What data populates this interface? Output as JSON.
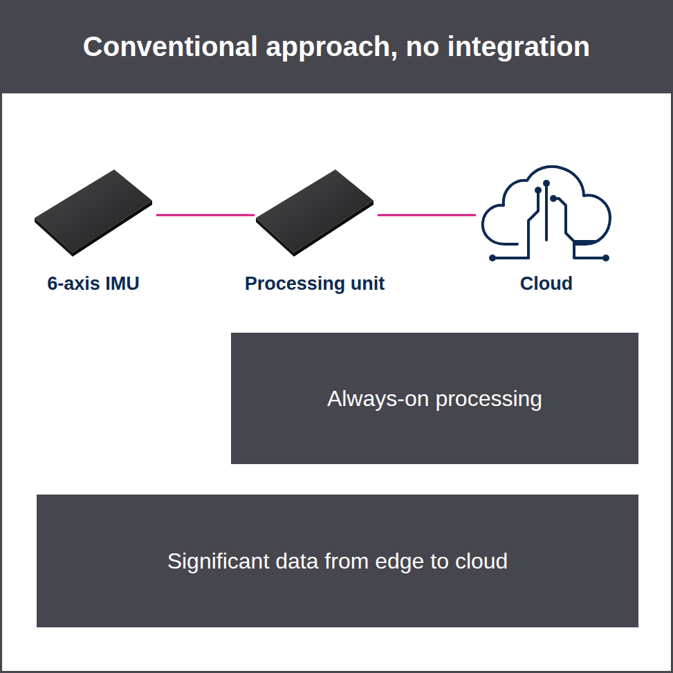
{
  "diagram": {
    "title": "Conventional approach, no integration",
    "nodes": [
      {
        "text": [
          "6-axis IMU"
        ]
      },
      {
        "text": [
          "Processing unit"
        ]
      },
      {
        "text": [
          "Cloud"
        ]
      },
      {
        "text": [
          "Always-on processing"
        ]
      },
      {
        "text": [
          "Significant data from edge to cloud"
        ]
      }
    ],
    "edges": [
      {
        "from": 0,
        "to": 1,
        "arrow": "none"
      },
      {
        "from": 1,
        "to": 2,
        "arrow": "none"
      }
    ]
  }
}
